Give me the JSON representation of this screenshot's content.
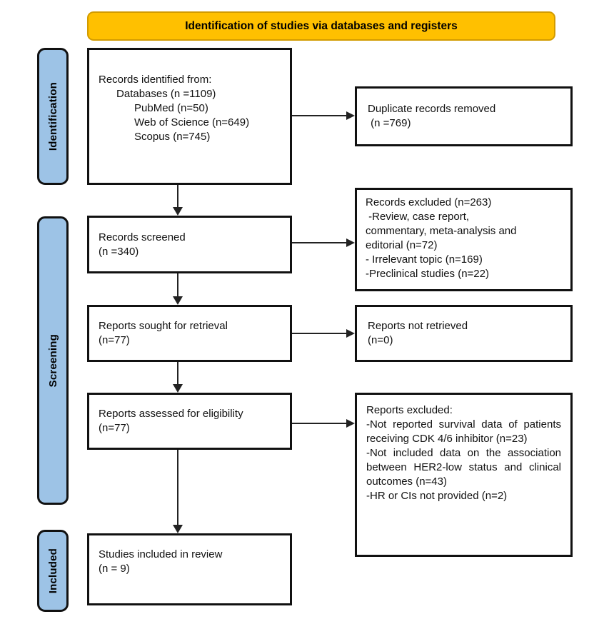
{
  "title": "PRISMA flow diagram",
  "banner": {
    "label": "Identification of studies via databases and registers"
  },
  "colors": {
    "banner_fill": "#FFC000",
    "banner_border": "#D29B00",
    "stage_fill": "#9DC3E6",
    "stage_border": "#111111",
    "box_border": "#111111",
    "arrow": "#222222"
  },
  "stages": [
    {
      "label": "Identification"
    },
    {
      "label": "Screening"
    },
    {
      "label": "Included"
    }
  ],
  "boxes": {
    "records_identified": "Records identified from:\n      Databases (n =1109)\n            PubMed (n=50)\n            Web of Science (n=649)\n            Scopus (n=745)",
    "duplicates_removed": "Duplicate records removed\n (n =769)",
    "records_screened": "Records screened\n(n =340)",
    "records_excluded": "Records excluded (n=263)\n -Review, case report,\ncommentary, meta-analysis and\neditorial (n=72)\n- Irrelevant topic (n=169)\n-Preclinical studies (n=22)",
    "reports_sought": "Reports sought for retrieval\n(n=77)",
    "reports_not_retrieved": "Reports not retrieved\n(n=0)",
    "reports_assessed": "Reports assessed for eligibility\n(n=77)",
    "reports_excluded": "Reports excluded:\n-Not reported survival data of patients receiving CDK 4/6 inhibitor (n=23)\n-Not included data on the association between HER2-low status and clinical outcomes (n=43)\n-HR or CIs not provided (n=2)",
    "studies_included": "Studies included in review\n(n = 9)"
  }
}
